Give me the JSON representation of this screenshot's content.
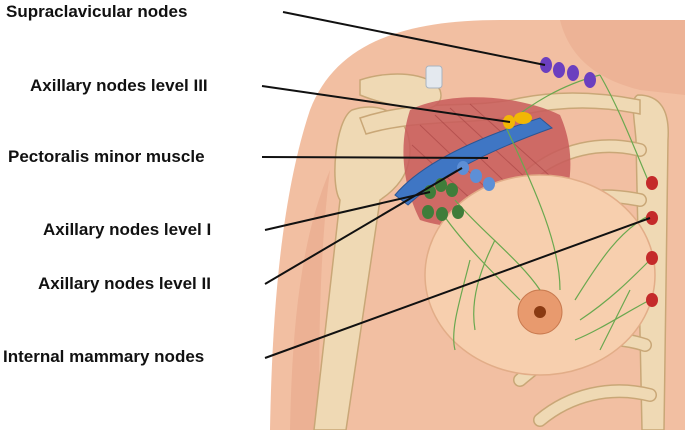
{
  "labels": {
    "supraclavicular": "Supraclavicular nodes",
    "axillary_iii": "Axillary nodes level III",
    "pectoralis_minor": "Pectoralis minor muscle",
    "axillary_i": "Axillary nodes level I",
    "axillary_ii": "Axillary nodes level II",
    "internal_mammary": "Internal mammary nodes"
  },
  "colors": {
    "skin": "#f2bfa2",
    "skin_shadow": "#e8a88a",
    "bone": "#efd9b4",
    "bone_edge": "#c9a777",
    "muscle": "#c85a5a",
    "pectoralis_minor": "#3f76c4",
    "breast": "#f7cfae",
    "areola": "#e89a6e",
    "nipple": "#8a3a12",
    "lymph_vessel": "#6aa84f",
    "supraclavicular_node": "#6b3fbf",
    "axillary_iii_node": "#f2b705",
    "axillary_ii_node": "#5d8fd6",
    "axillary_i_node": "#3f7d3a",
    "internal_mammary_node": "#c42a2a",
    "leader_line": "#111111"
  }
}
